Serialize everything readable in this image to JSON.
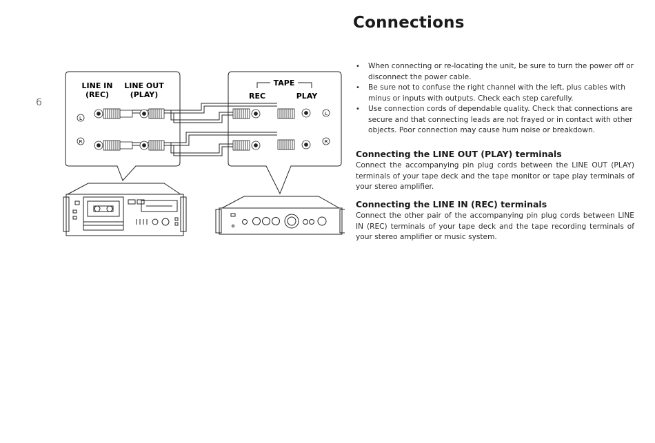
{
  "page_number": "6",
  "title": "Connections",
  "bullets": [
    "When connecting or re-locating the unit, be sure to turn the power off or disconnect the power cable.",
    "Be sure not to confuse the right channel with the left, plus cables with minus or inputs with outputs. Check each step carefully.",
    "Use connection cords of dependable quality. Check that connections are secure and that connecting leads are not frayed or in contact with other objects. Poor connection may cause hum noise or breakdown."
  ],
  "sections": [
    {
      "heading": "Connecting the LINE OUT (PLAY) terminals",
      "body": "Connect the accompanying pin plug cords between the LINE OUT (PLAY) terminals of your tape deck and the tape monitor or tape play terminals of your stereo amplifier."
    },
    {
      "heading": "Connecting the LINE IN (REC) terminals",
      "body": "Connect the other pair of the accompanying pin plug cords between LINE IN (REC) terminals of your tape deck and the tape recording terminals of your stereo amplifier or music system."
    }
  ],
  "diagram": {
    "deck_line_in": "LINE IN",
    "deck_rec": "(REC)",
    "deck_line_out": "LINE OUT",
    "deck_play": "(PLAY)",
    "amp_tape": "TAPE",
    "amp_rec": "REC",
    "amp_play": "PLAY",
    "left_marker": "L",
    "right_marker": "R"
  }
}
